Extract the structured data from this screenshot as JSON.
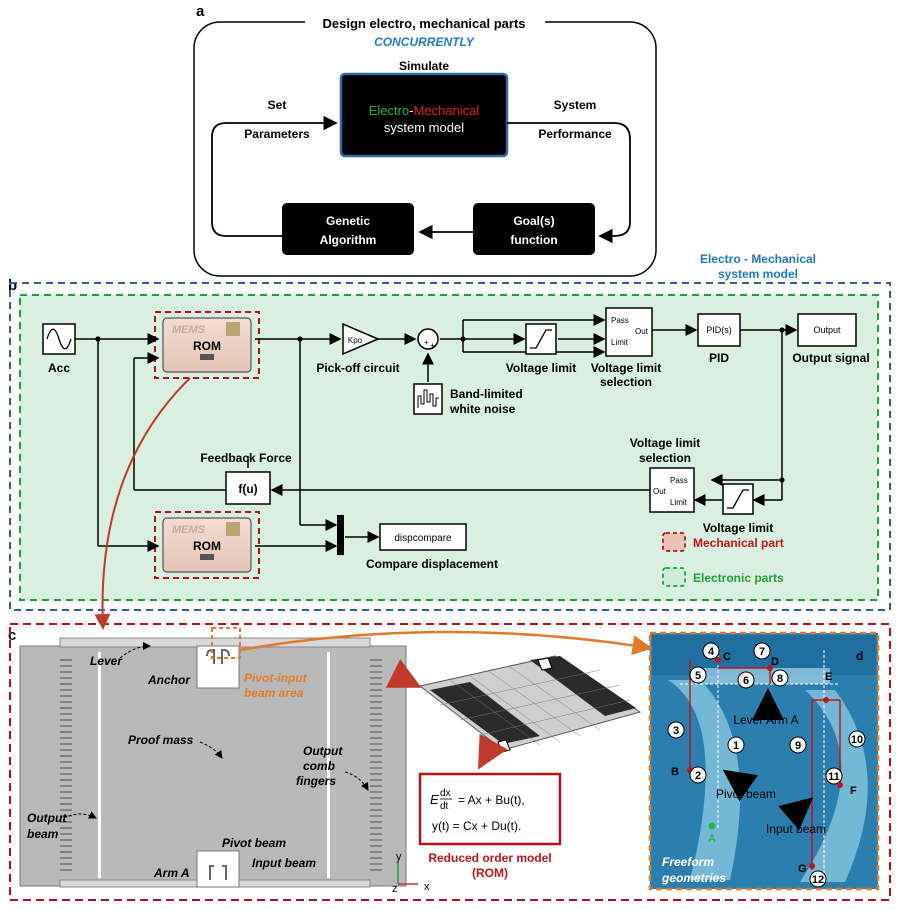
{
  "panel_a": {
    "label": "a",
    "heading": "Design electro, mechanical parts",
    "concurrently": "CONCURRENTLY",
    "simulate": "Simulate",
    "model_electro": "Electro",
    "model_dash": "-",
    "model_mech": "Mechanical",
    "model_line2": "system model",
    "set": "Set",
    "parameters": "Parameters",
    "system": "System",
    "performance": "Performance",
    "ga_line1": "Genetic",
    "ga_line2": "Algorithm",
    "goal_line1": "Goal(s)",
    "goal_line2": "function"
  },
  "panel_b": {
    "label": "b",
    "em_title1": "Electro - Mechanical",
    "em_title2": "system model",
    "acc": "Acc",
    "mems_logo": "MEMS",
    "rom": "ROM",
    "kpo": "Kpo",
    "pickoff": "Pick-off circuit",
    "sum_plus": "+",
    "noise1": "Band-limited",
    "noise2": "white noise",
    "vlimit": "Voltage limit",
    "pass": "Pass",
    "out": "Out",
    "limit": "Limit",
    "vls1": "Voltage limit",
    "vls2": "selection",
    "pid_block": "PID(s)",
    "pid": "PID",
    "output_block": "Output",
    "output_signal": "Output signal",
    "feedback": "Feedback Force",
    "fu": "f(u)",
    "vls_lower1": "Voltage limit",
    "vls_lower2": "selection",
    "vlimit_lower": "Voltage limit",
    "dispcompare": "dispcompare",
    "compare": "Compare displacement",
    "legend_mech": "Mechanical part",
    "legend_elec": "Electronic parts"
  },
  "panel_c": {
    "label": "c",
    "lever": "Lever",
    "anchor": "Anchor",
    "pivot_input1": "Pivot-input",
    "pivot_input2": "beam area",
    "proof_mass": "Proof mass",
    "output_comb1": "Output",
    "output_comb2": "comb",
    "output_comb3": "fingers",
    "output_beam1": "Output",
    "output_beam2": "beam",
    "pivot_beam": "Pivot beam",
    "input_beam": "Input beam",
    "arm_a": "Arm A",
    "axis_y": "y",
    "axis_z": "z",
    "axis_x": "x",
    "eq1_lhs": "E",
    "eq1_frac_num": "dx",
    "eq1_frac_den": "dt",
    "eq1_rhs": "= Ax + Bu(t),",
    "eq2": "y(t) = Cx + Du(t).",
    "rom1": "Reduced order model",
    "rom2": "(ROM)"
  },
  "panel_d": {
    "label": "d",
    "numbers": [
      "1",
      "2",
      "3",
      "4",
      "5",
      "6",
      "7",
      "8",
      "9",
      "10",
      "11",
      "12"
    ],
    "points": [
      "A",
      "B",
      "C",
      "D",
      "E",
      "F",
      "G"
    ],
    "lever_arm": "Lever Arm A",
    "pivot_beam": "Pivot beam",
    "input_beam": "Input beam",
    "freeform1": "Freeform",
    "freeform2": "geometries"
  },
  "colors": {
    "blue_title": "#1f77c8",
    "green_text": "#1fa03a",
    "red_text": "#c0141a",
    "orange": "#e07b2a",
    "dark_red": "#b0141a",
    "green_bg": "#d9efdf",
    "dashed_blue": "#2f5e9e",
    "dashed_green": "#1fa03a"
  }
}
